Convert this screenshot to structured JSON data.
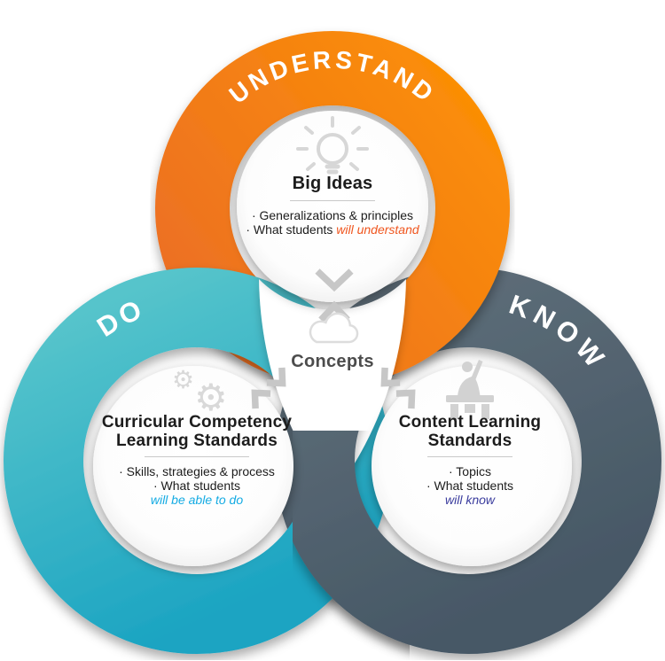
{
  "rings": {
    "understand": {
      "label": "UNDERSTAND",
      "color_start": "#ec6f25",
      "color_end": "#fb8e05"
    },
    "do": {
      "label": "DO",
      "color_start": "#53c2ca",
      "color_end": "#1ba4c2"
    },
    "know": {
      "label": "KNOW",
      "color_start": "#5d6d78",
      "color_end": "#475866"
    }
  },
  "center": {
    "label": "Concepts",
    "icon": "cloud-icon"
  },
  "cards": {
    "understand": {
      "icon": "lightbulb-icon",
      "title": "Big Ideas",
      "bullet1": "· Generalizations & principles",
      "bullet2": "· What students",
      "bullet2_em": "will understand",
      "accent": "#f0561f"
    },
    "do": {
      "icon": "gears-icon",
      "title1": "Curricular Competency",
      "title2": "Learning Standards",
      "bullet1": "· Skills, strategies & process",
      "bullet2": "· What students",
      "bullet2_em": "will be able to do",
      "accent": "#14abe3"
    },
    "know": {
      "icon": "teacher-desk-icon",
      "title1": "Content Learning",
      "title2": "Standards",
      "bullet1": "· Topics",
      "bullet2": "· What students",
      "bullet2_em": "will know",
      "accent": "#3b3d9e"
    }
  },
  "icons": {
    "gear_glyph": "⚙"
  }
}
